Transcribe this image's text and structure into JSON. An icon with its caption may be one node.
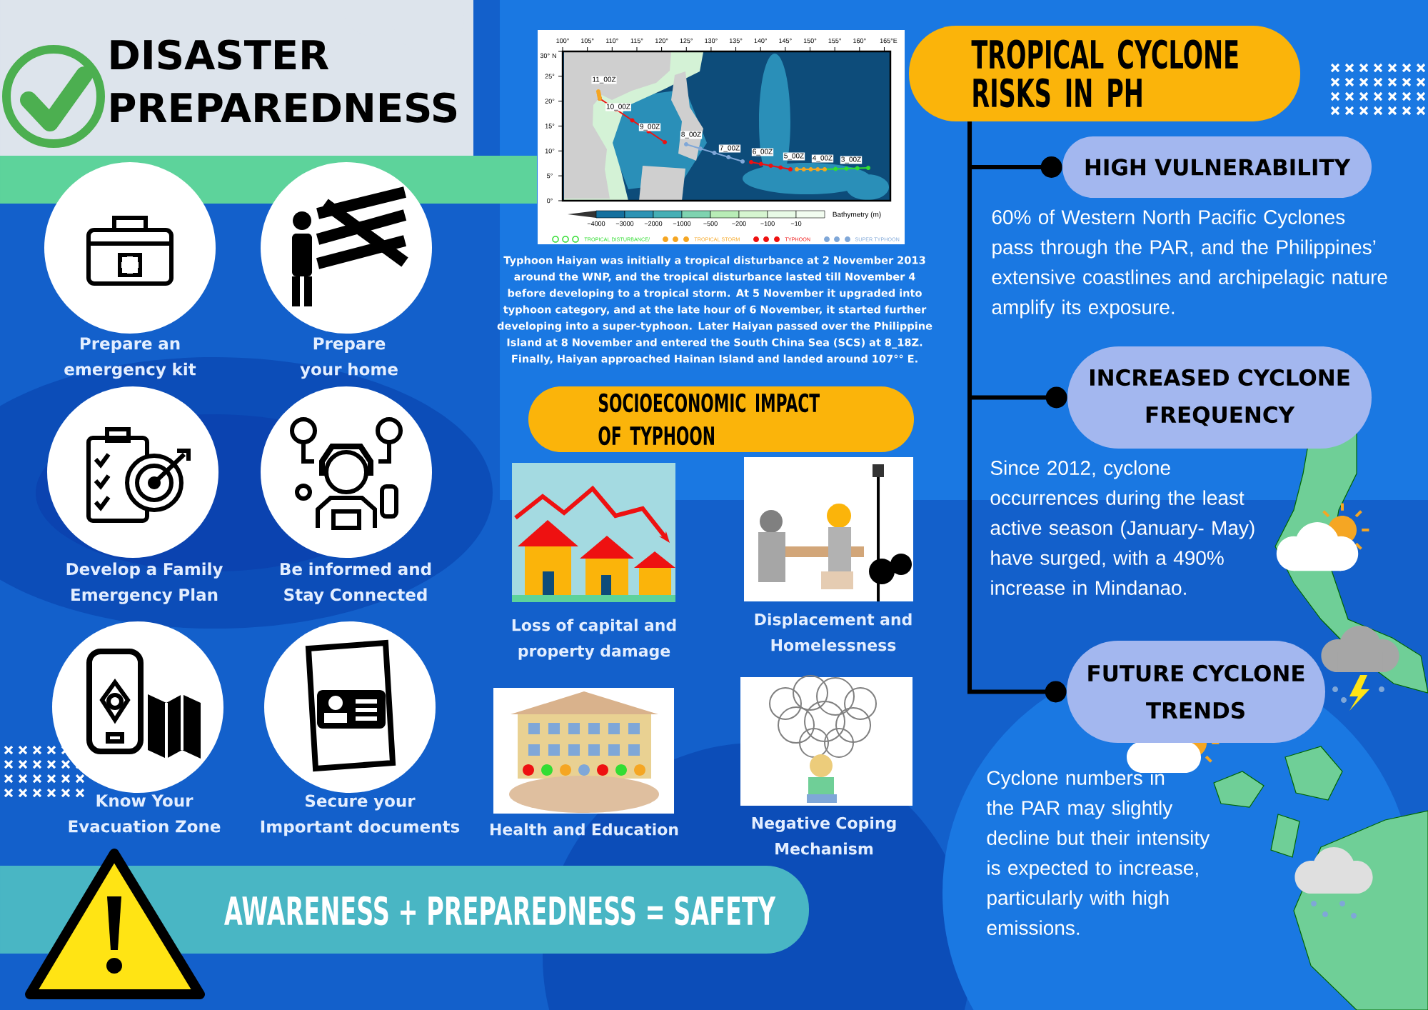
{
  "diagram": {
    "nodes": [
      {
        "text": [
          "DISASTER PREPAREDNESS"
        ]
      },
      {
        "text": [
          "Prepare an emergency kit"
        ]
      },
      {
        "text": [
          "Prepare your home"
        ]
      },
      {
        "text": [
          "Develop a Family Emergency Plan"
        ]
      },
      {
        "text": [
          "Be informed and Stay Connected"
        ]
      },
      {
        "text": [
          "Know Your Evacuation Zone"
        ]
      },
      {
        "text": [
          "Secure your Important documents"
        ]
      },
      {
        "text": [
          "SOCIOECONOMIC IMPACT OF TYPHOON"
        ]
      },
      {
        "text": [
          "Loss of capital and property damage"
        ]
      },
      {
        "text": [
          "Displacement and Homelessness"
        ]
      },
      {
        "text": [
          "Health and Education"
        ]
      },
      {
        "text": [
          "Negative Coping Mechanism"
        ]
      },
      {
        "text": [
          "AWARENESS + PREPAREDNESS = SAFETY"
        ]
      },
      {
        "text": [
          "TROPICAL CYCLONE RISKS IN PH"
        ]
      },
      {
        "text": [
          "HIGH VULNERABILITY"
        ],
        "beside": [
          "60% of Western North Pacific Cyclones pass through the PAR, and the Philippines’ extensive coastlines and archipelagic nature amplify its exposure."
        ]
      },
      {
        "text": [
          "INCREASED CYCLONE FREQUENCY"
        ],
        "beside": [
          "Since 2012, cyclone occurrences during the least active season (January- May) have surged, with a 490% increase in Mindanao."
        ]
      },
      {
        "text": [
          "FUTURE CYCLONE TRENDS"
        ],
        "beside": [
          "Cyclone numbers in the PAR may slightly decline but their intensity is expected to increase, particularly with high emissions."
        ]
      }
    ],
    "edges": [
      {
        "from": 13,
        "to": 14,
        "arrow": "other"
      },
      {
        "from": 13,
        "to": 15,
        "arrow": "other"
      },
      {
        "from": 13,
        "to": 16,
        "arrow": "other"
      }
    ],
    "labels": [
      "100°",
      "105°",
      "110°",
      "115°",
      "120°",
      "125°",
      "130°",
      "135°",
      "140°",
      "145°",
      "150°",
      "155°",
      "160°",
      "165°E",
      "30° N",
      "25°",
      "20°",
      "15°",
      "10°",
      "5°",
      "0°",
      "11_00Z",
      "10_00Z",
      "9_00Z",
      "8_00Z",
      "7_00Z",
      "6_00Z",
      "5_00Z",
      "4_00Z",
      "3_00Z",
      "−4000",
      "−3000",
      "−2000",
      "−1000",
      "−500",
      "−200",
      "−100",
      "−10",
      "Bathymetry (m)",
      "Typhoon Haiyan was initially a tropical disturbance at 2 November 2013 around the WNP, and the tropical disturbance lasted till November 4 before developing to a tropical storm. At 5 November it upgraded into typhoon category, and at the late hour of 6 November, it started further developing into a super-typhoon. Later Haiyan passed over the Philippine Island at 8 November and entered the South China Sea (SCS) at 8_18Z. Finally, Haiyan approached Hainan Island and landed around 107°° E."
    ],
    "legend": [
      {
        "text": "TROPICAL DISTURBANCE/"
      },
      {
        "text": "TROPICAL STORM"
      },
      {
        "text": "TYPHOON"
      },
      {
        "text": "SUPER TYPHOON"
      }
    ]
  }
}
